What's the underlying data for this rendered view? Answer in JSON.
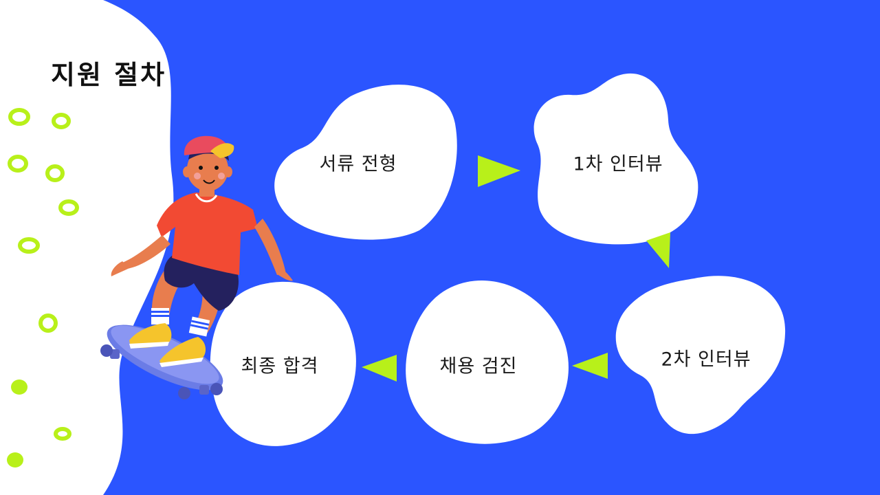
{
  "slide": {
    "title": "지원 절차",
    "colors": {
      "background": "#2B55FF",
      "accent": "#B8F01A",
      "bubble": "#FFFFFF",
      "text": "#111111"
    }
  },
  "steps": [
    {
      "label": "서류 전형"
    },
    {
      "label": "1차 인터뷰"
    },
    {
      "label": "2차 인터뷰"
    },
    {
      "label": "채용 검진"
    },
    {
      "label": "최종 합격"
    }
  ],
  "illustration": {
    "name": "skateboarder-illustration"
  }
}
